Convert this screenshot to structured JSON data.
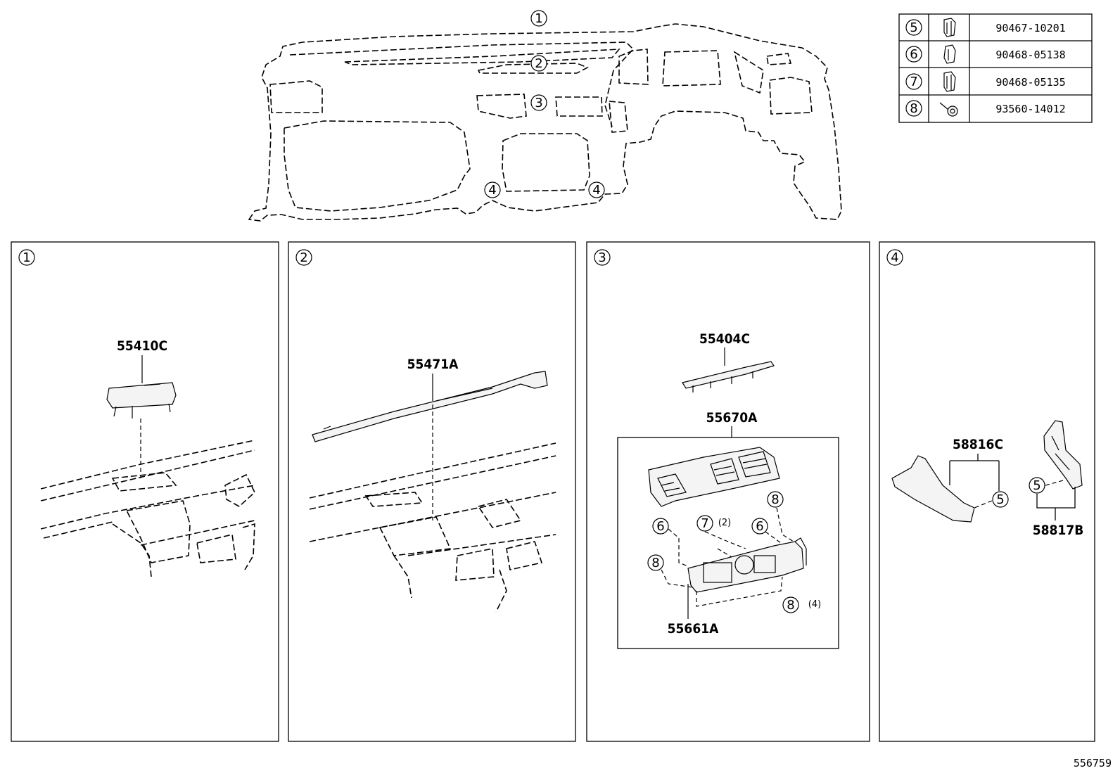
{
  "callouts": [
    "1",
    "2",
    "3",
    "4",
    "5",
    "6",
    "7",
    "8"
  ],
  "fastener_table": [
    {
      "ref": "5",
      "icon": "clip-icon",
      "part_no": "90467-10201"
    },
    {
      "ref": "6",
      "icon": "clip-icon",
      "part_no": "90468-05138"
    },
    {
      "ref": "7",
      "icon": "clip-icon",
      "part_no": "90468-05135"
    },
    {
      "ref": "8",
      "icon": "screw-icon",
      "part_no": "93560-14012"
    }
  ],
  "panels": [
    {
      "ref": "1",
      "parts": [
        "55410C"
      ]
    },
    {
      "ref": "2",
      "parts": [
        "55471A"
      ]
    },
    {
      "ref": "3",
      "parts": [
        "55404C",
        "55670A",
        "55661A"
      ],
      "qty_7": "(2)",
      "qty_8": "(4)"
    },
    {
      "ref": "4",
      "parts": [
        "58816C",
        "58817B"
      ]
    }
  ],
  "diagram_id": "556759"
}
